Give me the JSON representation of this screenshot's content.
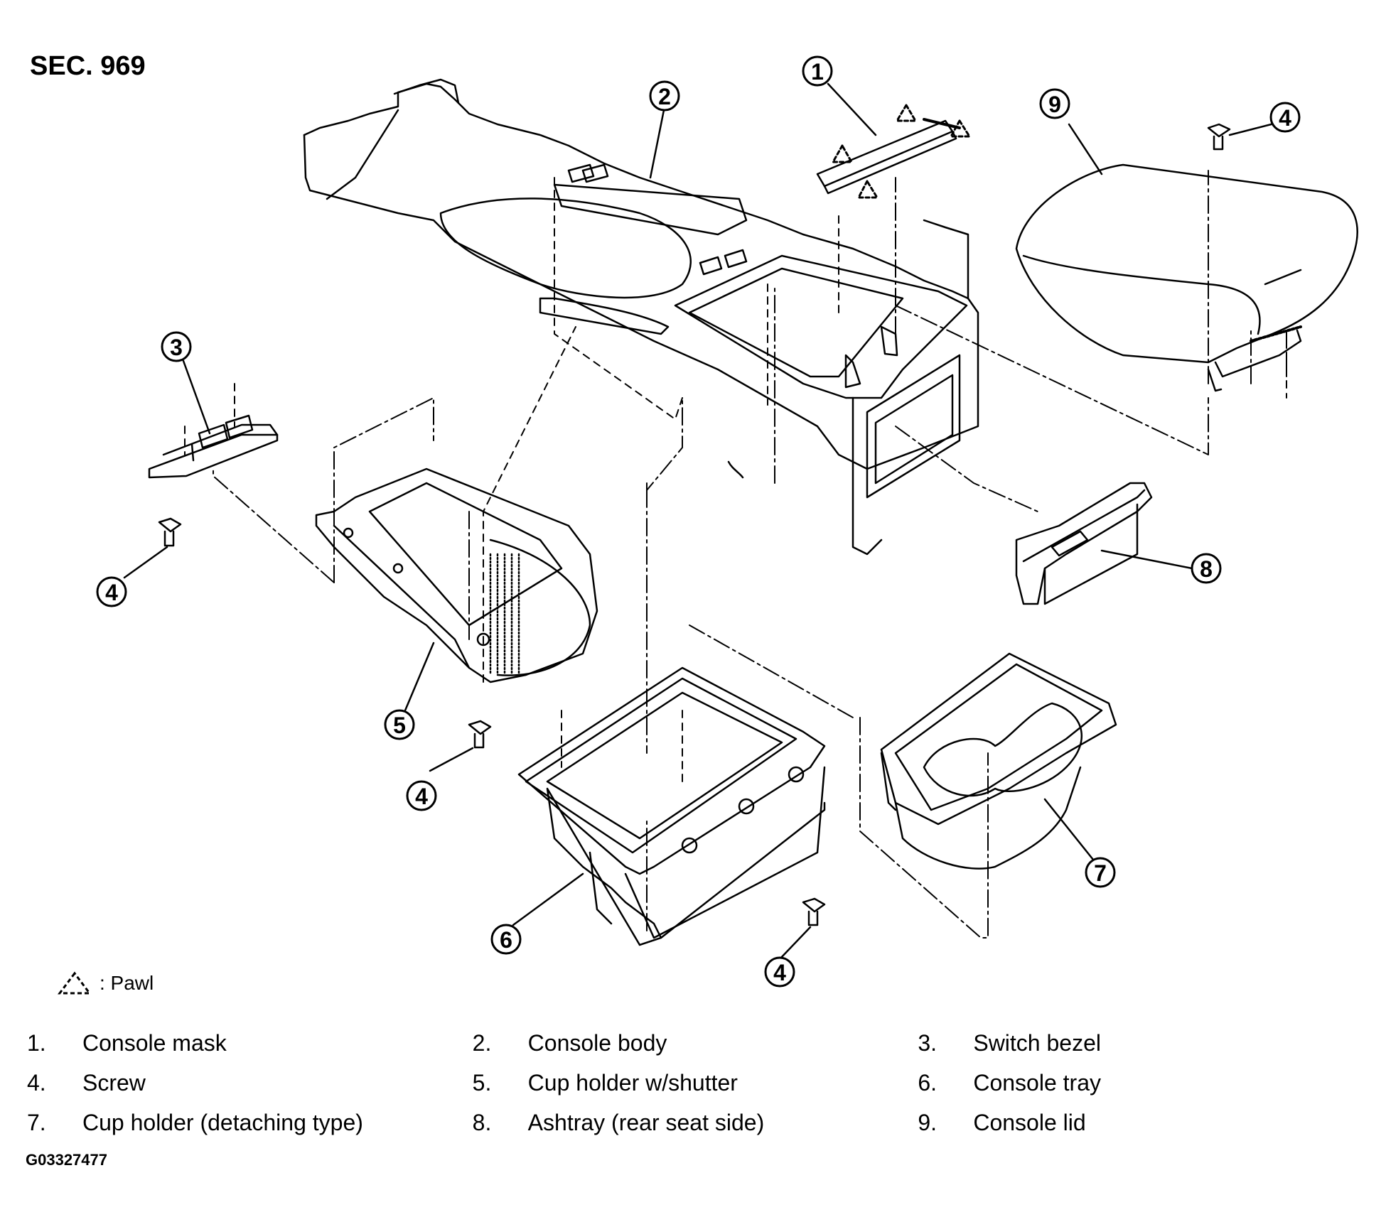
{
  "section_label": "SEC. 969",
  "pawl_legend": {
    "icon": "dashed-triangle-icon",
    "label": ": Pawl"
  },
  "callouts": [
    {
      "id": "c1",
      "number": "1"
    },
    {
      "id": "c2",
      "number": "2"
    },
    {
      "id": "c3",
      "number": "3"
    },
    {
      "id": "c4a",
      "number": "4"
    },
    {
      "id": "c4b",
      "number": "4"
    },
    {
      "id": "c4c",
      "number": "4"
    },
    {
      "id": "c4d",
      "number": "4"
    },
    {
      "id": "c5",
      "number": "5"
    },
    {
      "id": "c6",
      "number": "6"
    },
    {
      "id": "c7",
      "number": "7"
    },
    {
      "id": "c8",
      "number": "8"
    },
    {
      "id": "c9",
      "number": "9"
    }
  ],
  "parts_legend": [
    {
      "number": "1.",
      "name": "Console mask"
    },
    {
      "number": "2.",
      "name": "Console body"
    },
    {
      "number": "3.",
      "name": "Switch bezel"
    },
    {
      "number": "4.",
      "name": "Screw"
    },
    {
      "number": "5.",
      "name": "Cup holder w/shutter"
    },
    {
      "number": "6.",
      "name": "Console tray"
    },
    {
      "number": "7.",
      "name": "Cup holder (detaching type)"
    },
    {
      "number": "8.",
      "name": "Ashtray (rear seat side)"
    },
    {
      "number": "9.",
      "name": "Console lid"
    }
  ],
  "figure_code": "G03327477"
}
